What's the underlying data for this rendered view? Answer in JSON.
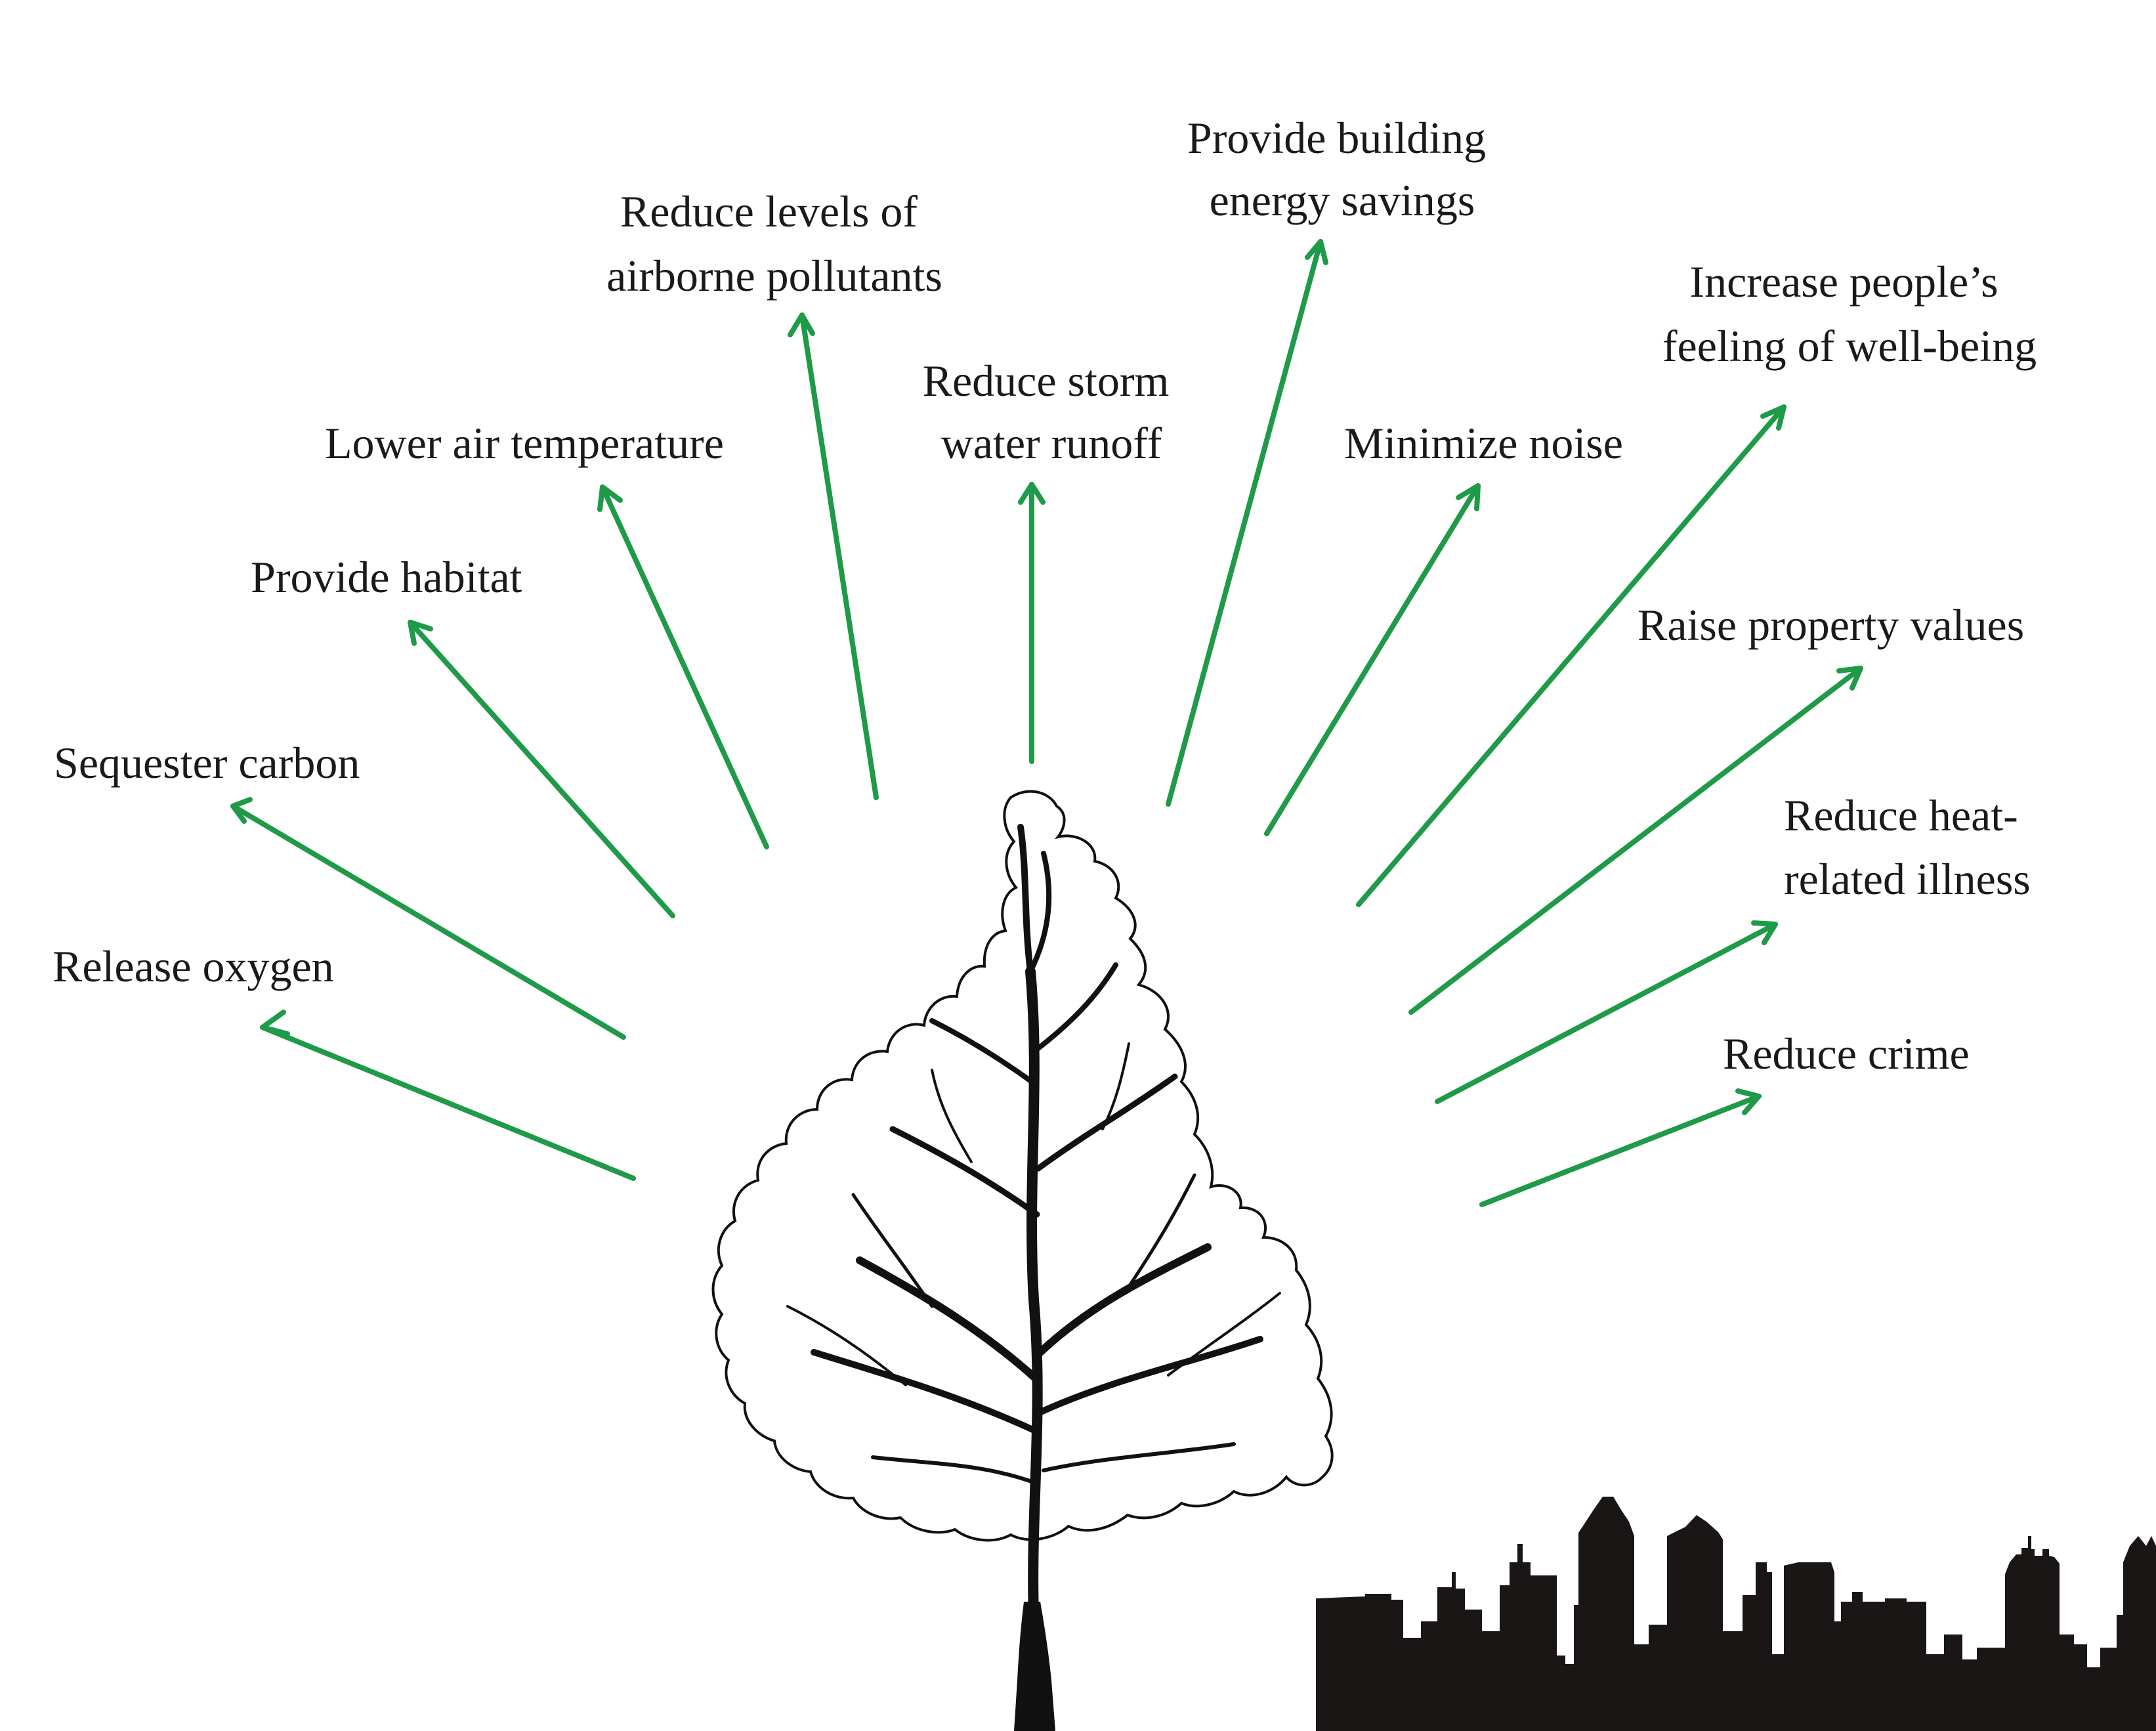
{
  "benefits": [
    {
      "id": "release-oxygen",
      "lines": [
        "Release oxygen"
      ]
    },
    {
      "id": "sequester-carbon",
      "lines": [
        "Sequester carbon"
      ]
    },
    {
      "id": "provide-habitat",
      "lines": [
        "Provide habitat"
      ]
    },
    {
      "id": "lower-air-temperature",
      "lines": [
        "Lower air temperature"
      ]
    },
    {
      "id": "reduce-airborne-pollutants",
      "lines": [
        "Reduce levels of",
        "airborne pollutants"
      ]
    },
    {
      "id": "reduce-storm-water-runoff",
      "lines": [
        "Reduce storm",
        "water runoff"
      ]
    },
    {
      "id": "provide-building-energy-savings",
      "lines": [
        "Provide building",
        "energy savings"
      ]
    },
    {
      "id": "minimize-noise",
      "lines": [
        "Minimize noise"
      ]
    },
    {
      "id": "increase-well-being",
      "lines": [
        "Increase people’s",
        "feeling of well-being"
      ]
    },
    {
      "id": "raise-property-values",
      "lines": [
        "Raise property values"
      ]
    },
    {
      "id": "reduce-heat-related-illness",
      "lines": [
        "Reduce heat-",
        "related illness"
      ]
    },
    {
      "id": "reduce-crime",
      "lines": [
        "Reduce crime"
      ]
    }
  ],
  "colors": {
    "arrow": "#1f9a48",
    "text": "#1a1a1a",
    "tree_outline": "#111111",
    "skyline": "#1a1616"
  },
  "illustrations": {
    "tree": "tree-illustration",
    "skyline": "city-skyline-silhouette"
  }
}
